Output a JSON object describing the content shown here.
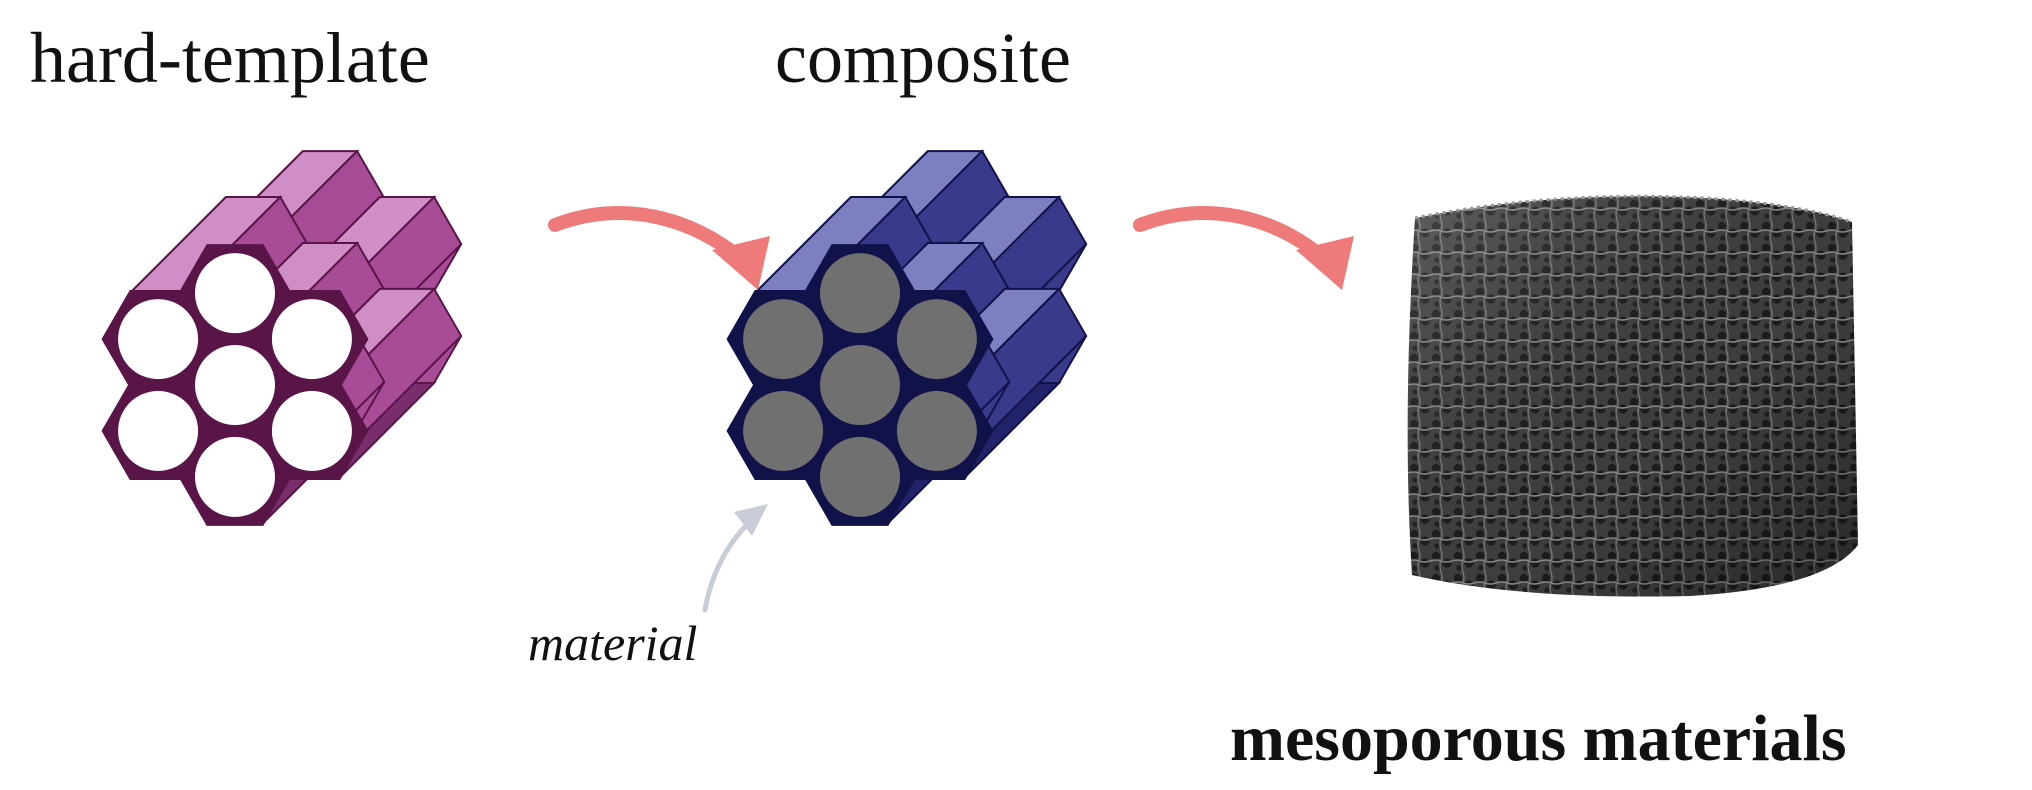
{
  "labels": {
    "template": "hard-template",
    "composite": "composite",
    "material": "material",
    "product": "mesoporous materials"
  },
  "colors": {
    "template_face": "#5a1548",
    "template_side_light": "#cf8fc6",
    "template_side_mid": "#a84c97",
    "template_side_dark": "#7a2d6c",
    "composite_face": "#12124a",
    "composite_side_light": "#7e7ec2",
    "composite_side_mid": "#3a3a8c",
    "composite_side_dark": "#22226a",
    "pore_fill_template": "#ffffff",
    "pore_fill_composite": "#707070",
    "arrow": "#ee7a7a",
    "foam_dark": "#3e3e3e",
    "foam_light": "#8a8a8a"
  }
}
